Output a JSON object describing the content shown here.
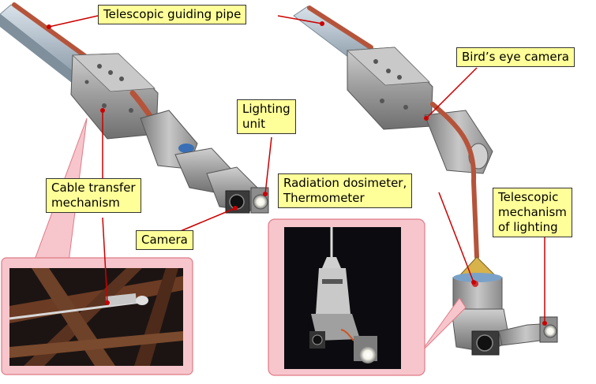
{
  "labels": {
    "telescopic_pipe": "Telescopic guiding pipe",
    "lighting_unit": [
      "Lighting",
      "unit"
    ],
    "cable_transfer": [
      "Cable transfer",
      "mechanism"
    ],
    "camera": "Camera",
    "birds_eye": "Bird’s eye camera",
    "radiation": [
      "Radiation dosimeter,",
      "Thermometer"
    ],
    "telescopic_lighting": [
      "Telescopic",
      "mechanism",
      "of lighting"
    ]
  },
  "colors": {
    "label_fill": "#ffff99",
    "leader": "#cc0000",
    "callout_fill": "#f7c6cc",
    "pipe": "#b5543a",
    "metal": "#9a9a9a"
  }
}
